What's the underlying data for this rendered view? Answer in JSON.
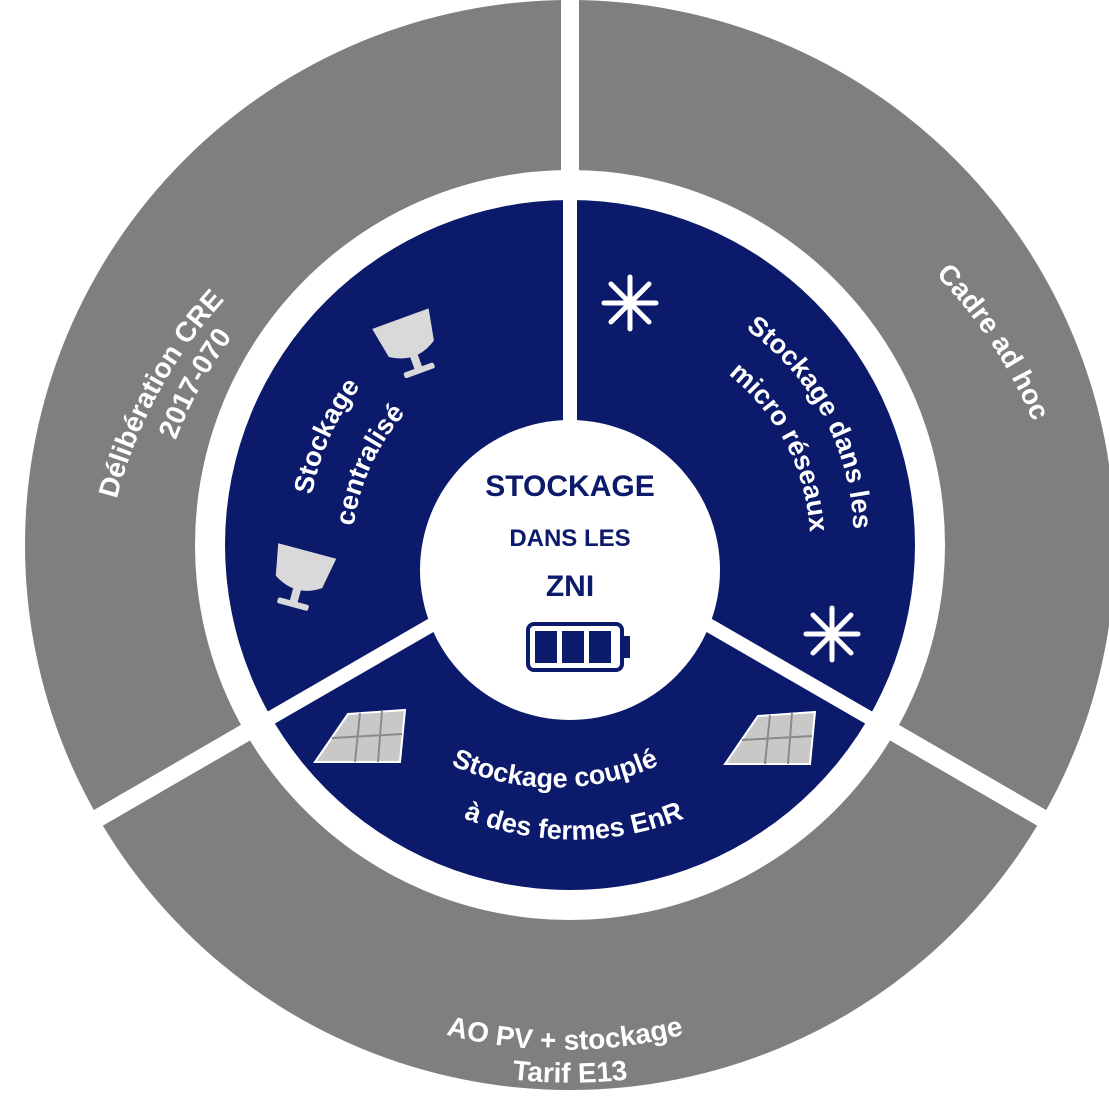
{
  "colors": {
    "outer_ring": "#7f7f7f",
    "inner_ring": "#0b1a6b",
    "gap": "#ffffff",
    "center_text": "#0b1a6b"
  },
  "center": {
    "line1": "STOCKAGE",
    "line2": "DANS LES",
    "line3": "ZNI",
    "icon": "battery-icon"
  },
  "outer_segments": [
    {
      "id": "left",
      "line1": "Délibération CRE",
      "line2": "2017-070"
    },
    {
      "id": "right",
      "line1": "Cadre ad hoc",
      "line2": ""
    },
    {
      "id": "bottom",
      "line1": "AO PV + stockage",
      "line2": "Tarif E13"
    }
  ],
  "inner_segments": [
    {
      "id": "left",
      "line1": "Stockage",
      "line2": "centralisé",
      "icon": "trophy-icon"
    },
    {
      "id": "right",
      "line1": "Stockage dans les",
      "line2": "micro réseaux",
      "icon": "grid-star-icon"
    },
    {
      "id": "bottom",
      "line1": "Stockage couplé",
      "line2": "à des fermes EnR",
      "icon": "solar-panel-icon"
    }
  ]
}
